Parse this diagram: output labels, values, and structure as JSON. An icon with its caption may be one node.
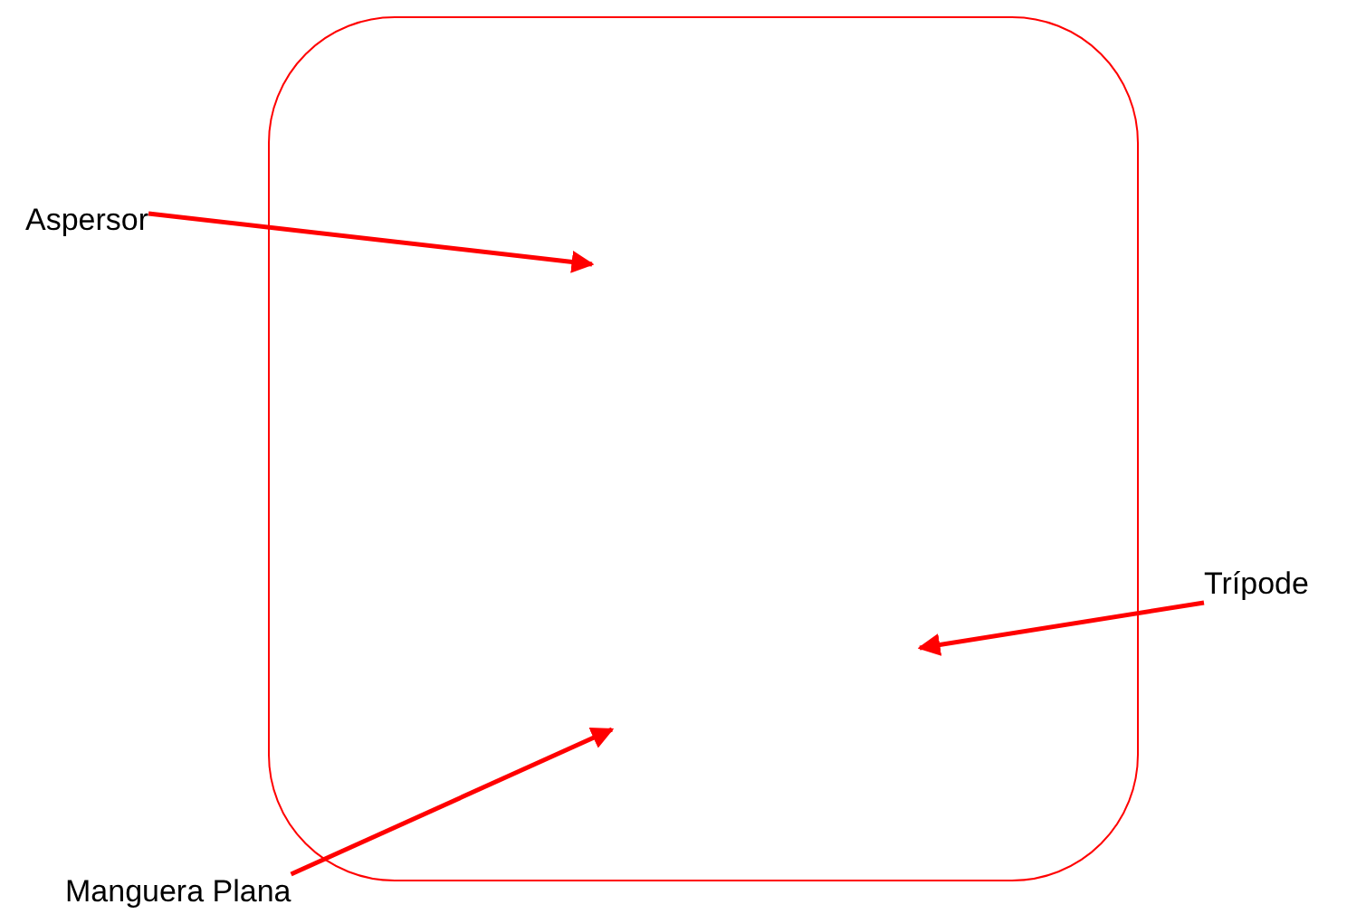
{
  "diagram": {
    "nodes": [
      {
        "text": [],
        "shape": "box"
      },
      {
        "text": [
          "Aspersor"
        ]
      },
      {
        "text": [
          "Trípode"
        ]
      },
      {
        "text": [
          "Manguera Plana"
        ]
      }
    ],
    "edges": [
      {
        "from": 1,
        "to": 0,
        "arrow": "to"
      },
      {
        "from": 2,
        "to": 0,
        "arrow": "to"
      },
      {
        "from": 3,
        "to": 0,
        "arrow": "to"
      }
    ]
  }
}
